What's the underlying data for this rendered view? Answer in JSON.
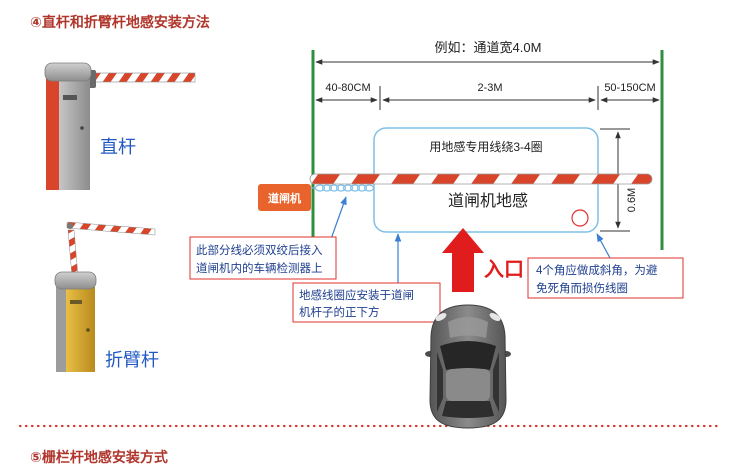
{
  "sections": {
    "straight_and_folding": {
      "title": "④直杆和折臂杆地感安装方法"
    },
    "fence": {
      "title": "⑤栅栏杆地感安装方式"
    }
  },
  "barrier_types": {
    "straight": {
      "label": "直杆"
    },
    "folding": {
      "label": "折臂杆"
    }
  },
  "dimensions": {
    "lane_width": "例如：通道宽4.0M",
    "left_offset": "40-80CM",
    "loop_length": "2-3M",
    "right_offset": "50-150CM",
    "loop_width": "0.6M"
  },
  "loop": {
    "winding_note": "用地感专用线绕3-4圈",
    "label": "道闸机地感"
  },
  "gate_unit": {
    "label": "道闸机"
  },
  "entrance": {
    "label": "入口"
  },
  "callouts": {
    "twisted_wire": {
      "lines": [
        "此部分线必须双绞后接入",
        "道闸机内的车辆检测器上"
      ]
    },
    "position": {
      "lines": [
        "地感线圈应安装于道闸",
        "机杆子的正下方"
      ]
    },
    "corners": {
      "lines": [
        "4个角应做成斜角，为避",
        "免死角而损伤线圈"
      ]
    }
  },
  "colors": {
    "title": "#b0352b",
    "label_blue": "#2159c4",
    "lane_marker": "#2f8f3c",
    "loop_wire": "#7fbfe6",
    "arm_red": "#d8452a",
    "gate_unit": "#e8642c",
    "callout_border": "#e0312e",
    "callout_text": "#1f3f8f",
    "arrow_blue": "#3b7fd4",
    "entrance": "#e01c1c",
    "guide_dots": "#d23a32"
  }
}
